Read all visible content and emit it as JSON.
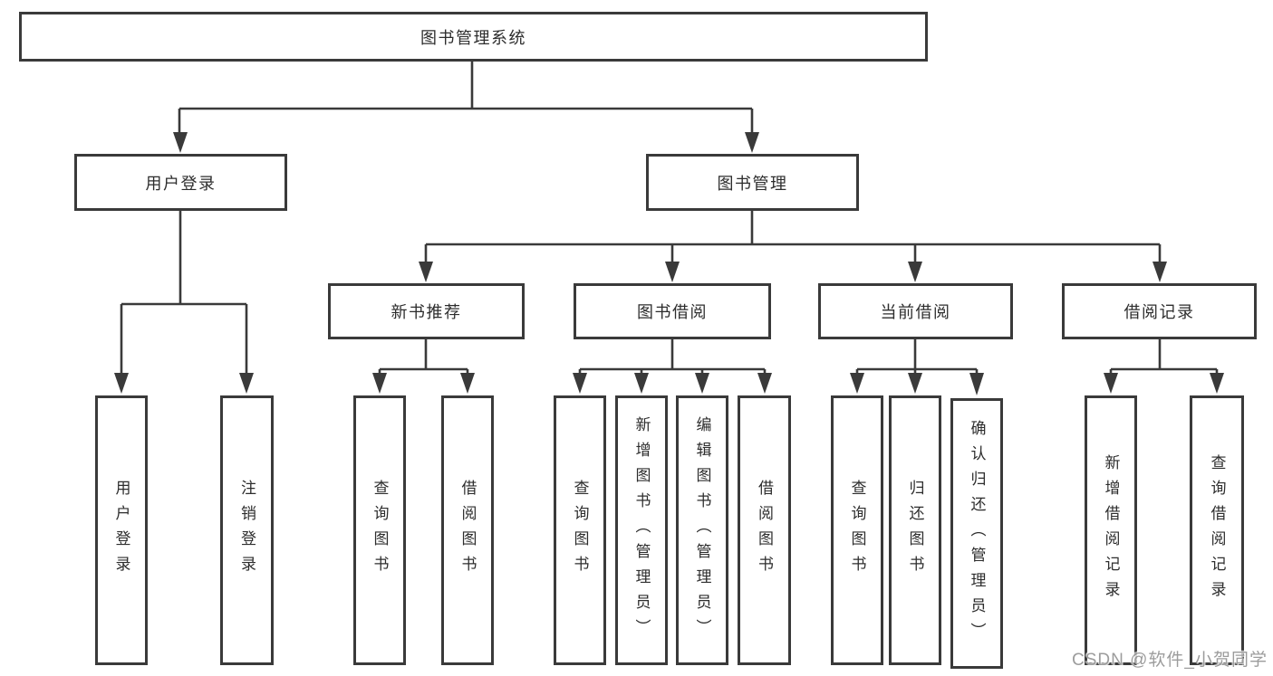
{
  "diagram": {
    "root": {
      "label": "图书管理系统"
    },
    "level2": [
      {
        "label": "用户登录"
      },
      {
        "label": "图书管理"
      }
    ],
    "level3": [
      {
        "label": "新书推荐"
      },
      {
        "label": "图书借阅"
      },
      {
        "label": "当前借阅"
      },
      {
        "label": "借阅记录"
      }
    ],
    "leaves": [
      {
        "label": "用户登录",
        "parent": "用户登录"
      },
      {
        "label": "注销登录",
        "parent": "用户登录"
      },
      {
        "label": "查询图书",
        "parent": "新书推荐"
      },
      {
        "label": "借阅图书",
        "parent": "新书推荐"
      },
      {
        "label": "查询图书",
        "parent": "图书借阅"
      },
      {
        "label": "新增图书（管理员）",
        "parent": "图书借阅"
      },
      {
        "label": "编辑图书（管理员）",
        "parent": "图书借阅"
      },
      {
        "label": "借阅图书",
        "parent": "图书借阅"
      },
      {
        "label": "查询图书",
        "parent": "当前借阅"
      },
      {
        "label": "归还图书",
        "parent": "当前借阅"
      },
      {
        "label": "确认归还（管理员）",
        "parent": "当前借阅"
      },
      {
        "label": "新增借阅记录",
        "parent": "借阅记录"
      },
      {
        "label": "查询借阅记录",
        "parent": "借阅记录"
      }
    ]
  },
  "watermark": {
    "text": "CSDN @软件_小贺同学"
  },
  "colors": {
    "line": "#3a3a3a",
    "box_border": "#3a3a3a",
    "text": "#2d2d2d",
    "background": "#ffffff",
    "watermark": "#9c9c9c"
  }
}
